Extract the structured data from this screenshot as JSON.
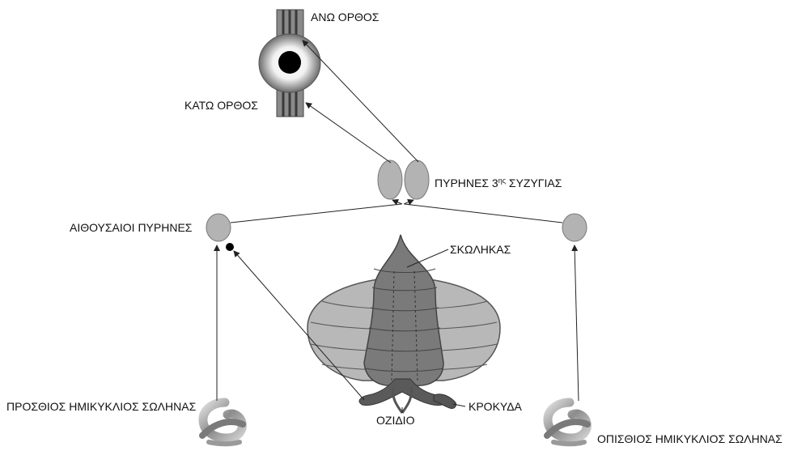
{
  "labels": {
    "superior_rectus": "ΑΝΩ ΟΡΘΟΣ",
    "inferior_rectus": "ΚΑΤΩ ΟΡΘΟΣ",
    "third_nerve_nuclei_prefix": "ΠΥΡΗΝΕΣ 3",
    "third_nerve_nuclei_sup": "ης",
    "third_nerve_nuclei_suffix": " ΣΥΖΥΓΙΑΣ",
    "vestibular_nuclei": "ΑΙΘΟΥΣΑΙΟΙ  ΠΥΡΗΝΕΣ",
    "vermis": "ΣΚΩΛΗΚΑΣ",
    "nodulus": "ΟΖΙΔΙΟ",
    "flocculus": "ΚΡΟΚΥΔΑ",
    "anterior_canal": "ΠΡΟΣΘΙΟΣ ΗΜΙΚΥΚΛΙΟΣ ΣΩΛΗΝΑΣ",
    "posterior_canal": "ΟΠΙΣΘΙΟΣ ΗΜΙΚΥΚΛΙΟΣ ΣΩΛΗΝΑΣ"
  },
  "colors": {
    "nucleus_fill": "#b3b3b3",
    "cerebellum_light": "#b8b8b8",
    "cerebellum_dark": "#7a7a7a",
    "line": "#222222"
  }
}
